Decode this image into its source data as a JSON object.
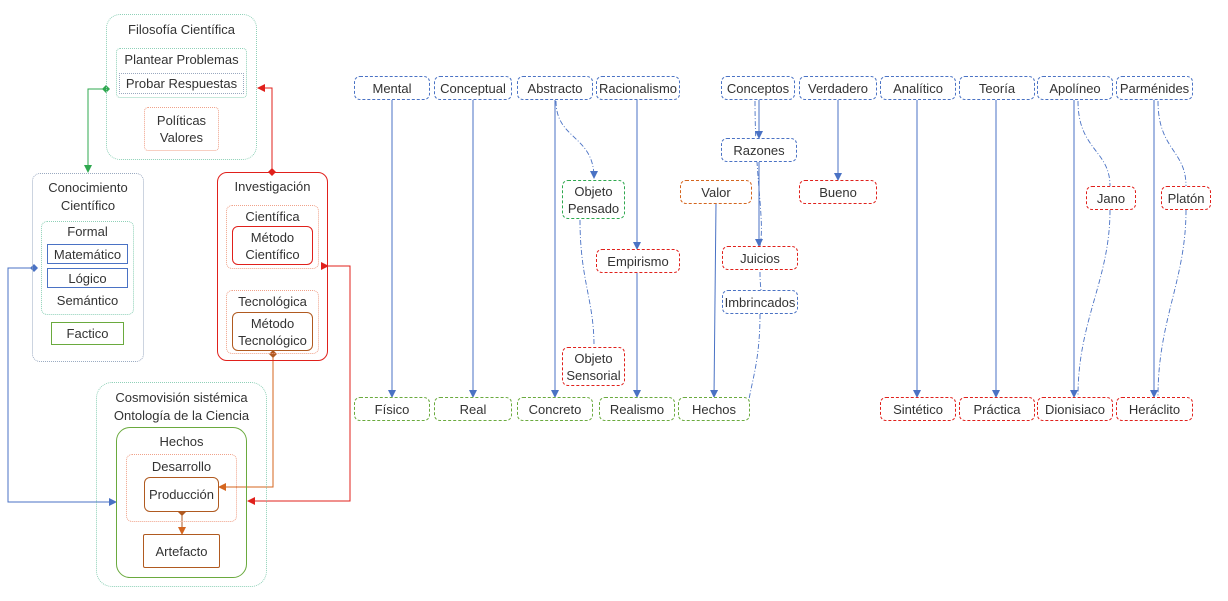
{
  "left": {
    "filosofia": {
      "title": "Filosofía Científica",
      "plantear": "Plantear Problemas",
      "probar": "Probar Respuestas",
      "politicas": "Políticas\nValores"
    },
    "conocimiento": {
      "title": "Conocimiento\nCientífico",
      "formal": "Formal",
      "matematico": "Matemático",
      "logico": "Lógico",
      "semantico": "Semántico",
      "factico": "Factico"
    },
    "investigacion": {
      "title": "Investigación",
      "cientifica": "Científica",
      "metodo_cientifico": "Método\nCientífico",
      "tecnologica": "Tecnológica",
      "metodo_tecnologico": "Método\nTecnológico"
    },
    "cosmovision": {
      "title": "Cosmovisión sistémica\nOntología de la Ciencia",
      "hechos": "Hechos",
      "desarrollo": "Desarrollo",
      "produccion": "Producción",
      "artefacto": "Artefacto"
    }
  },
  "right": {
    "top_row": [
      "Mental",
      "Conceptual",
      "Abstracto",
      "Racionalismo",
      "Conceptos",
      "Verdadero",
      "Analítico",
      "Teoría",
      "Apolíneo",
      "Parménides"
    ],
    "bottom_row": [
      "Físico",
      "Real",
      "Concreto",
      "Realismo",
      "Hechos",
      "Sintético",
      "Práctica",
      "Dionisiaco",
      "Heráclito"
    ],
    "middle": {
      "objeto_pensado": "Objeto\nPensado",
      "empirismo": "Empirismo",
      "objeto_sensorial": "Objeto\nSensorial",
      "valor": "Valor",
      "razones": "Razones",
      "juicios": "Juicios",
      "imbrincados": "Imbrincados",
      "bueno": "Bueno",
      "jano": "Jano",
      "platon": "Platón"
    }
  },
  "colors": {
    "blue": "#4a72c4",
    "red": "#e0201b",
    "green": "#6aaa3e",
    "dark_green": "#2fa84f",
    "orange": "#d4651e",
    "brown": "#b05a20",
    "teal": "#8fd1b8"
  }
}
